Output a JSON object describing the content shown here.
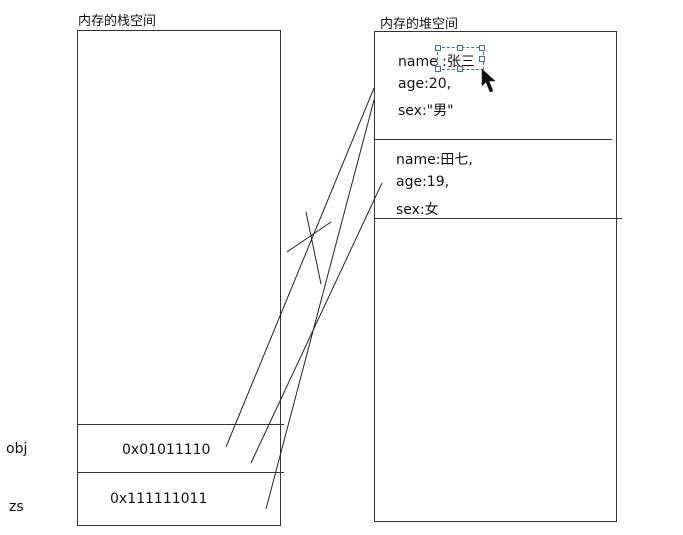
{
  "stack": {
    "title": "内存的栈空间",
    "rows": [
      {
        "label": "obj",
        "value": "0x01011110"
      },
      {
        "label": "zs",
        "value": "0x111111011"
      }
    ]
  },
  "heap": {
    "title": "内存的堆空间",
    "objects": [
      {
        "lines": [
          "name :张三",
          "age:20,",
          "sex:\"男\""
        ]
      },
      {
        "lines": [
          "name:田七,",
          "age:19,",
          "sex:女"
        ]
      }
    ]
  }
}
